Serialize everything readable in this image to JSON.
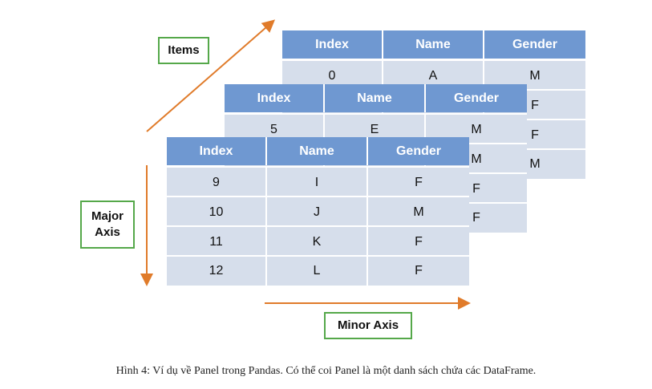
{
  "tables": [
    {
      "headers": [
        "Index",
        "Name",
        "Gender"
      ],
      "rows": [
        [
          "0",
          "A",
          "M"
        ],
        [
          "",
          "",
          "F"
        ],
        [
          "",
          "",
          "F"
        ],
        [
          "",
          "",
          "M"
        ]
      ]
    },
    {
      "headers": [
        "Index",
        "Name",
        "Gender"
      ],
      "rows": [
        [
          "5",
          "E",
          "M"
        ],
        [
          "",
          "",
          "M"
        ],
        [
          "",
          "",
          "F"
        ],
        [
          "",
          "",
          "F"
        ]
      ]
    },
    {
      "headers": [
        "Index",
        "Name",
        "Gender"
      ],
      "rows": [
        [
          "9",
          "I",
          "F"
        ],
        [
          "10",
          "J",
          "M"
        ],
        [
          "11",
          "K",
          "F"
        ],
        [
          "12",
          "L",
          "F"
        ]
      ]
    }
  ],
  "labels": {
    "items": "Items",
    "major_axis_line1": "Major",
    "major_axis_line2": "Axis",
    "minor_axis": "Minor Axis"
  },
  "caption": "Hình 4: Ví dụ về Panel trong Pandas. Có thể coi Panel là một danh sách chứa các DataFrame.",
  "colors": {
    "header": "#6f98d1",
    "body": "#d6deeb",
    "arrow": "#e07b2a",
    "label_border": "#55a84a"
  }
}
